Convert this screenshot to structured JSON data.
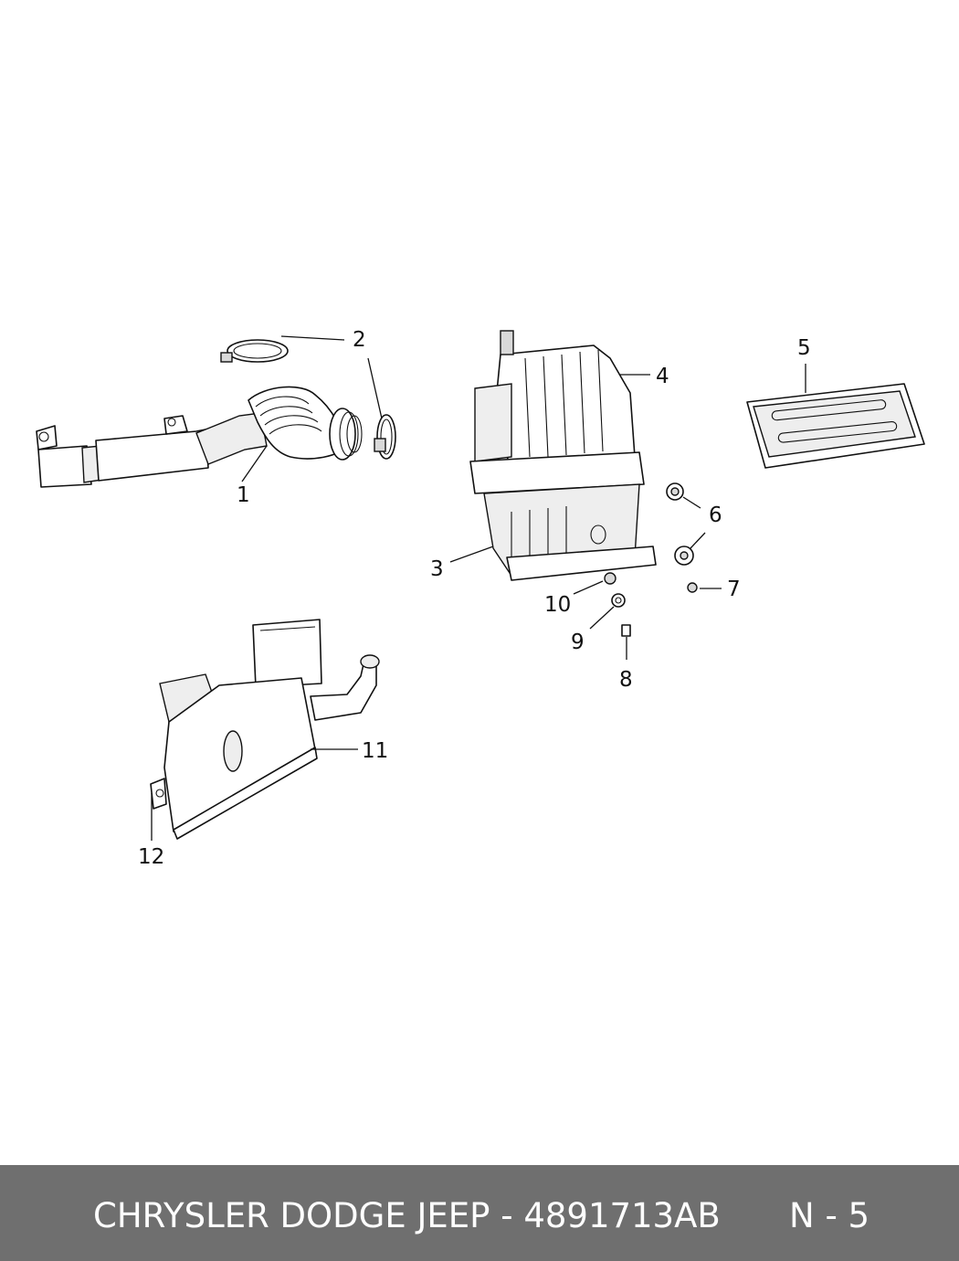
{
  "callouts": {
    "c1": "1",
    "c2": "2",
    "c3": "3",
    "c4": "4",
    "c5": "5",
    "c6": "6",
    "c7": "7",
    "c8": "8",
    "c9": "9",
    "c10": "10",
    "c11": "11",
    "c12": "12"
  },
  "footer": {
    "part_text": "CHRYSLER DODGE JEEP - 4891713AB",
    "page_code": "N - 5"
  },
  "colors": {
    "footer_background": "#6f6f6f",
    "footer_text": "#ffffff",
    "line_art": "#111111"
  }
}
